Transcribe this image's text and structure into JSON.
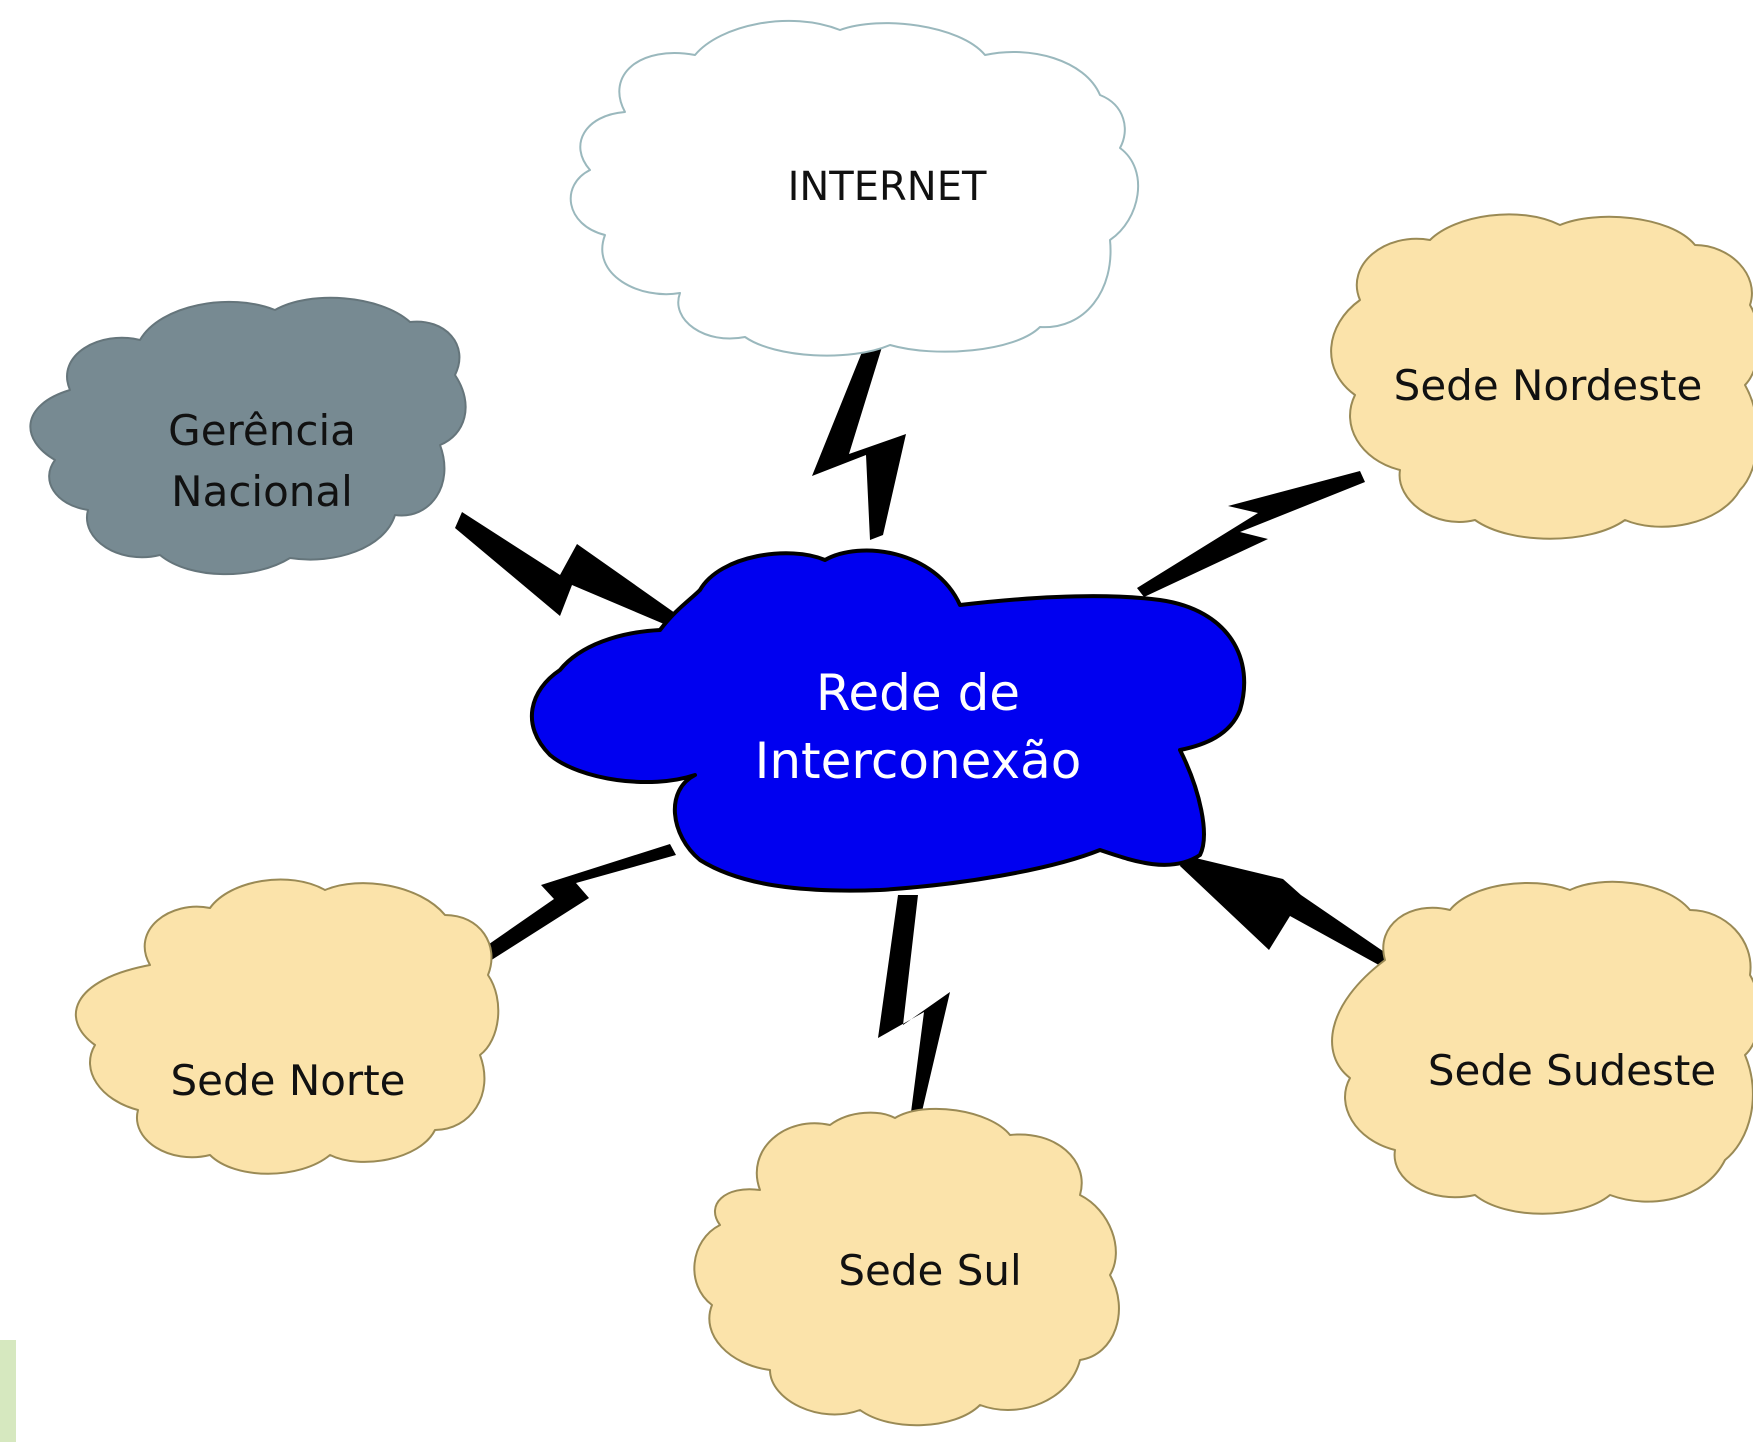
{
  "colors": {
    "background": "#ffffff",
    "internet_fill": "#ffffff",
    "internet_stroke": "#9ab8bd",
    "hub_fill": "#0000f0",
    "hub_stroke": "#000000",
    "management_fill": "#778a92",
    "management_stroke": "#65757b",
    "site_fill": "#fbe3aa",
    "site_stroke": "#9a8a55",
    "link": "#000000",
    "corner_accent": "#d6e8bf"
  },
  "nodes": {
    "internet": {
      "label": "INTERNET",
      "icon": "cloud-icon"
    },
    "hub": {
      "line1": "Rede de",
      "line2": "Interconexão",
      "icon": "cloud-icon"
    },
    "management": {
      "line1": "Gerência",
      "line2": "Nacional",
      "icon": "cloud-icon"
    },
    "nordeste": {
      "label": "Sede Nordeste",
      "icon": "cloud-icon"
    },
    "norte": {
      "label": "Sede Norte",
      "icon": "cloud-icon"
    },
    "sul": {
      "label": "Sede Sul",
      "icon": "cloud-icon"
    },
    "sudeste": {
      "label": "Sede Sudeste",
      "icon": "cloud-icon"
    }
  },
  "links": [
    {
      "from": "hub",
      "to": "internet",
      "icon": "lightning-bolt-icon"
    },
    {
      "from": "hub",
      "to": "management",
      "icon": "lightning-bolt-icon"
    },
    {
      "from": "hub",
      "to": "nordeste",
      "icon": "lightning-bolt-icon"
    },
    {
      "from": "hub",
      "to": "norte",
      "icon": "lightning-bolt-icon"
    },
    {
      "from": "hub",
      "to": "sul",
      "icon": "lightning-bolt-icon"
    },
    {
      "from": "hub",
      "to": "sudeste",
      "icon": "lightning-bolt-icon"
    }
  ]
}
